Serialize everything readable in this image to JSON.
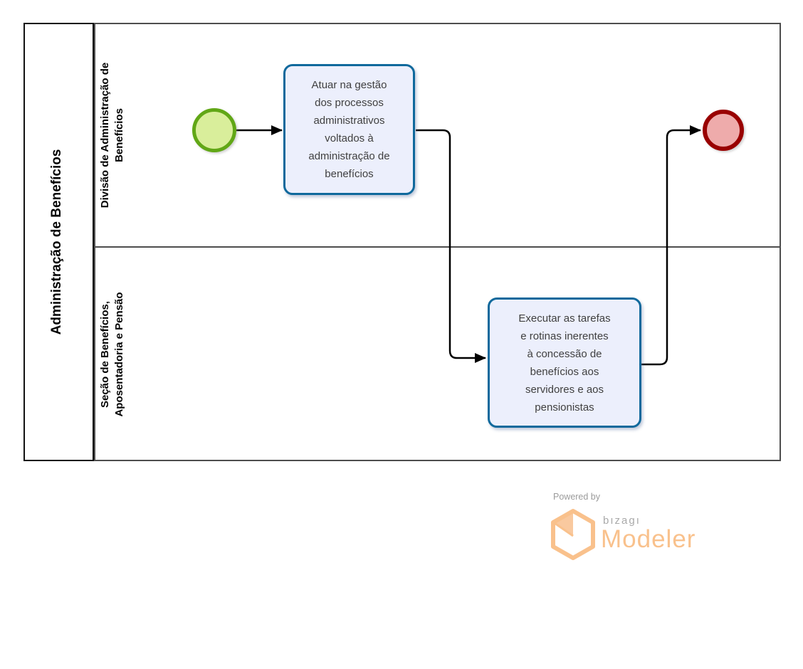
{
  "diagram": {
    "pool": {
      "label": "Administração de Benefícios"
    },
    "lanes": [
      {
        "label": "Divisão de Administração de\nBenefícios"
      },
      {
        "label": "Seção de Benefícios,\nAposentadoria e Pensão"
      }
    ],
    "tasks": [
      {
        "text": "Atuar na gestão\ndos processos\nadministrativos\nvoltados à\nadministração de\nbenefícios"
      },
      {
        "text": "Executar as tarefas\ne rotinas inerentes\nà concessão de\nbenefícios aos\nservidores e aos\npensionistas"
      }
    ],
    "events": [
      {
        "type": "start",
        "stroke": "#61a716",
        "fill": "#d9ee9b"
      },
      {
        "type": "end",
        "stroke": "#990000",
        "fill": "#eeabab"
      }
    ],
    "colors": {
      "task_border": "#0f699c",
      "task_fill": "#eceffc",
      "pool_border": "#111111",
      "lane_border": "#4d4d4d",
      "connector": "#000000"
    }
  },
  "branding": {
    "powered_by": "Powered by",
    "brand": "bızagı",
    "product": "Modeler",
    "orange": "#f9c18c",
    "gray": "#9b9b9b"
  }
}
